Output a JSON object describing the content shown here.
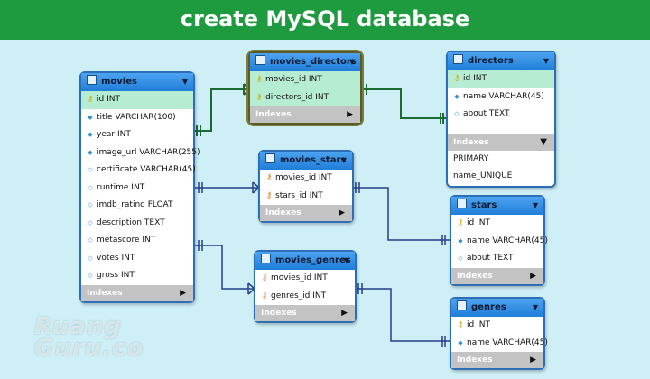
{
  "title": "create MySQL database",
  "watermark": [
    "Ruang",
    "Guru.co"
  ],
  "colors": {
    "banner": "#1f9b3f",
    "background": "#cfeff6",
    "table_header": "#1f7ed8",
    "pk_row": "#b6ecd1",
    "link_green": "#1c6b33",
    "link_blue": "#233f8a"
  },
  "indexes_label": "Indexes",
  "tables": {
    "movies": {
      "name": "movies",
      "columns": [
        "id INT",
        "title VARCHAR(100)",
        "year INT",
        "image_url VARCHAR(255)",
        "certificate VARCHAR(45)",
        "runtime INT",
        "imdb_rating FLOAT",
        "description TEXT",
        "metascore INT",
        "votes INT",
        "gross INT"
      ]
    },
    "movies_directors": {
      "name": "movies_directors",
      "columns": [
        "movies_id INT",
        "directors_id INT"
      ]
    },
    "directors": {
      "name": "directors",
      "columns": [
        "id INT",
        "name VARCHAR(45)",
        "about TEXT"
      ],
      "indexes": [
        "PRIMARY",
        "name_UNIQUE"
      ]
    },
    "movies_stars": {
      "name": "movies_stars",
      "columns": [
        "movies_id INT",
        "stars_id INT"
      ]
    },
    "stars": {
      "name": "stars",
      "columns": [
        "id INT",
        "name VARCHAR(45)",
        "about TEXT"
      ]
    },
    "movies_genres": {
      "name": "movies_genres",
      "columns": [
        "movies_id INT",
        "genres_id INT"
      ]
    },
    "genres": {
      "name": "genres",
      "columns": [
        "id INT",
        "name VARCHAR(45)"
      ]
    }
  }
}
